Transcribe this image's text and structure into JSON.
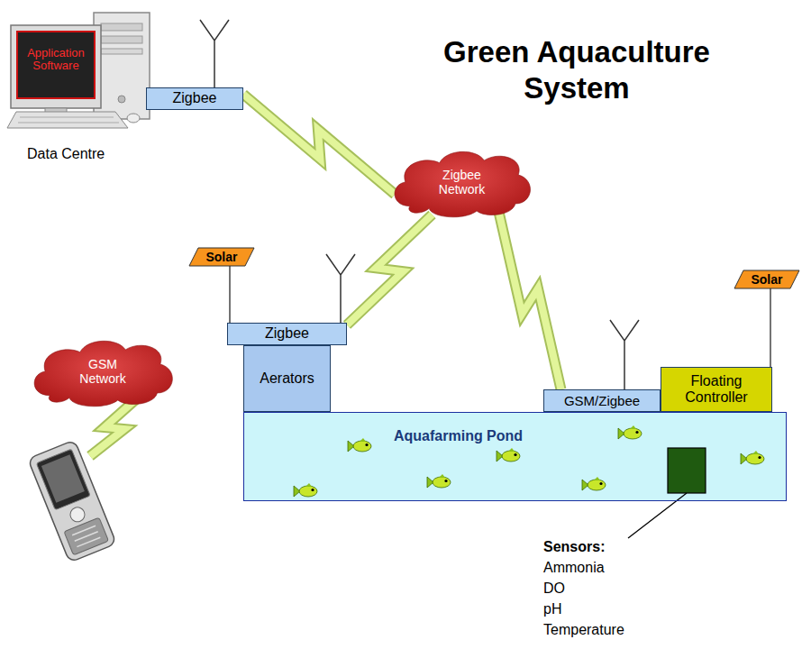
{
  "diagram": {
    "title": "Green Aquaculture System",
    "nodes": [
      {
        "text": [
          "Zigbee"
        ]
      },
      {
        "text": [
          "Zigbee Network"
        ]
      },
      {
        "text": [
          "Solar"
        ]
      },
      {
        "text": [
          "Zigbee"
        ]
      },
      {
        "text": [
          "Aerators"
        ]
      },
      {
        "text": [
          "Aquafarming Pond"
        ]
      },
      {
        "text": [
          "GSM Network"
        ]
      },
      {
        "text": [
          "GSM/Zigbee"
        ]
      },
      {
        "text": [
          "Floating Controller"
        ]
      },
      {
        "text": [
          "Solar"
        ]
      }
    ],
    "edges": [
      {
        "from": 0,
        "to": 1,
        "arrow": "none"
      },
      {
        "from": 1,
        "to": 3,
        "arrow": "none"
      },
      {
        "from": 1,
        "to": 7,
        "arrow": "none"
      }
    ],
    "labels": [
      "Application Software",
      "Data Centre",
      "Sensors:",
      "Ammonia",
      "DO",
      "pH",
      "Temperature"
    ]
  }
}
